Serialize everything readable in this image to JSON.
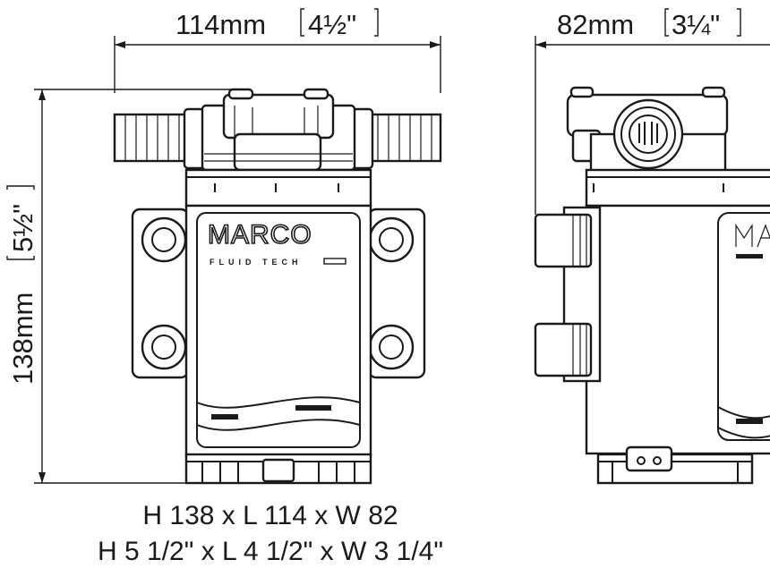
{
  "title": "Pump dimension drawing",
  "dimensions": {
    "length": {
      "metric": "114mm",
      "imperial": "4½\""
    },
    "width": {
      "metric": "82mm",
      "imperial": "3¼\""
    },
    "height": {
      "metric": "138mm",
      "imperial": "5½\""
    }
  },
  "brand": {
    "name": "MARCO",
    "tagline": "FLUID TECH"
  },
  "summary": {
    "metric_line": "H 138 x L 114 x W 82",
    "imperial_line": "H 5 1/2\" x L 4 1/2\" x W 3 1/4\""
  }
}
